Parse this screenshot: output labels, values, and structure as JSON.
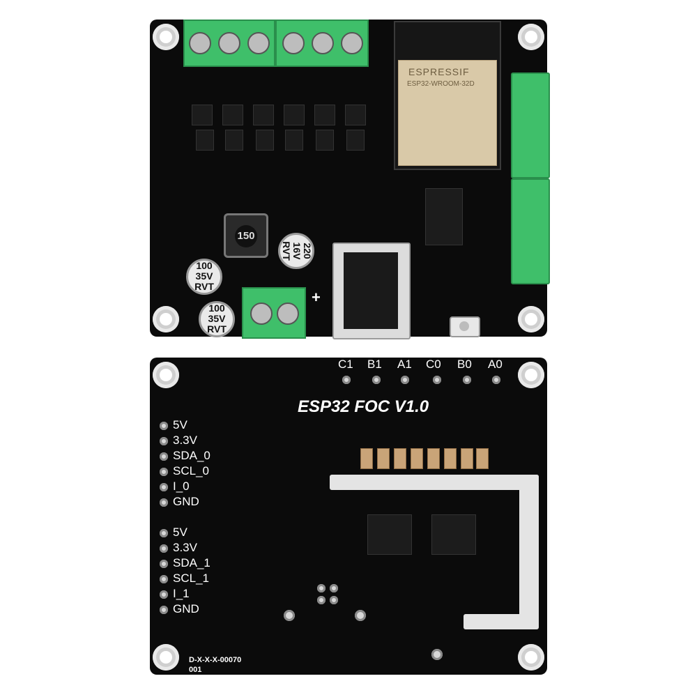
{
  "top_board": {
    "module": {
      "brand": "ESPRESSIF",
      "model": "ESP32-WROOM-32D"
    },
    "capacitors": [
      {
        "text_lines": [
          "100",
          "35V",
          "RVT"
        ]
      },
      {
        "text_lines": [
          "100",
          "35V",
          "RVT"
        ]
      },
      {
        "text_lines": [
          "220",
          "16V",
          "RVT"
        ]
      }
    ],
    "inductor_label": "150",
    "plus_sign": "+"
  },
  "bottom_board": {
    "title": "ESP32 FOC V1.0",
    "motor_pins": [
      "C1",
      "B1",
      "A1",
      "C0",
      "B0",
      "A0"
    ],
    "header_group_0": [
      "5V",
      "3.3V",
      "SDA_0",
      "SCL_0",
      "I_0",
      "GND"
    ],
    "header_group_1": [
      "5V",
      "3.3V",
      "SDA_1",
      "SCL_1",
      "I_1",
      "GND"
    ],
    "serial_line_1": "D-X-X-X-00070",
    "serial_line_2": "001"
  },
  "colors": {
    "pcb": "#0b0b0b",
    "terminal_green": "#3fbf6a",
    "module_shield": "#d9c9a8",
    "silkscreen": "#ffffff"
  }
}
